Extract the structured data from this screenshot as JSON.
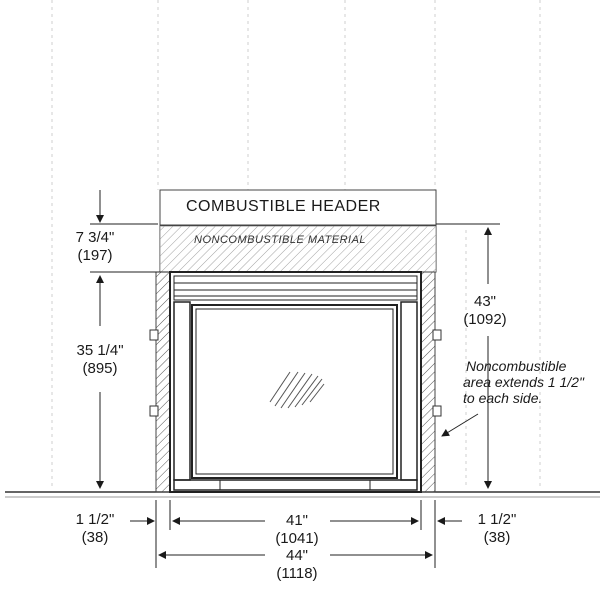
{
  "header_label": "COMBUSTIBLE HEADER",
  "noncombustible_label": "NONCOMBUSTIBLE MATERIAL",
  "dim_header_height": {
    "imperial": "7 3/4\"",
    "metric": "(197)"
  },
  "dim_opening_height": {
    "imperial": "35 1/4\"",
    "metric": "(895)"
  },
  "dim_total_height": {
    "imperial": "43\"",
    "metric": "(1092)"
  },
  "dim_side_left": {
    "imperial": "1 1/2\"",
    "metric": "(38)"
  },
  "dim_side_right": {
    "imperial": "1 1/2\"",
    "metric": "(38)"
  },
  "dim_opening_width": {
    "imperial": "41\"",
    "metric": "(1041)"
  },
  "dim_total_width": {
    "imperial": "44\"",
    "metric": "(1118)"
  },
  "note_lines": [
    "Noncombustible",
    "area extends 1 1/2\"",
    "to each side."
  ]
}
